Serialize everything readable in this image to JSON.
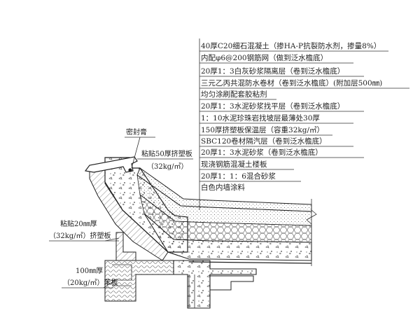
{
  "layers": [
    "40厚C20细石混凝土（掺HA-P抗裂防水剂，掺量8%）",
    "内配φ6@200钢筋网（做到泛水檐底）",
    "20厚1：3白灰砂浆隔离层（卷到泛水檐底）",
    "三元乙丙共混防水卷材（卷到泛水檐底）(附加层500㎜)",
    "均匀涂刷配套胶粘剂",
    "20厚1：3水泥砂浆找平层（卷到泛水檐底）",
    "1：10水泥珍珠岩找坡层最薄处30厚",
    "150厚挤塑板保温层（容重32kg/㎥）",
    "SBC120卷材隔汽层（卷到泛水檐底）",
    "20厚1：3水泥砂浆（卷到泛水檐底）",
    "现浇钢筋混凝土楼板",
    "20厚1：1：6混合砂浆",
    "白色内墙涂料"
  ],
  "annotations": {
    "sealant": "密封膏",
    "xps50_line1": "粘贴50厚挤塑板",
    "xps50_line2": "（32kg/㎥）",
    "xps20_line1": "粘贴20㎜厚",
    "xps20_line2": "（32kg/㎥）挤塑板",
    "board100_line1": "100㎜厚",
    "board100_line2": "（20kg/㎥）苯板"
  },
  "colors": {
    "line": "#222222",
    "hatch": "#555555",
    "background": "#ffffff"
  }
}
